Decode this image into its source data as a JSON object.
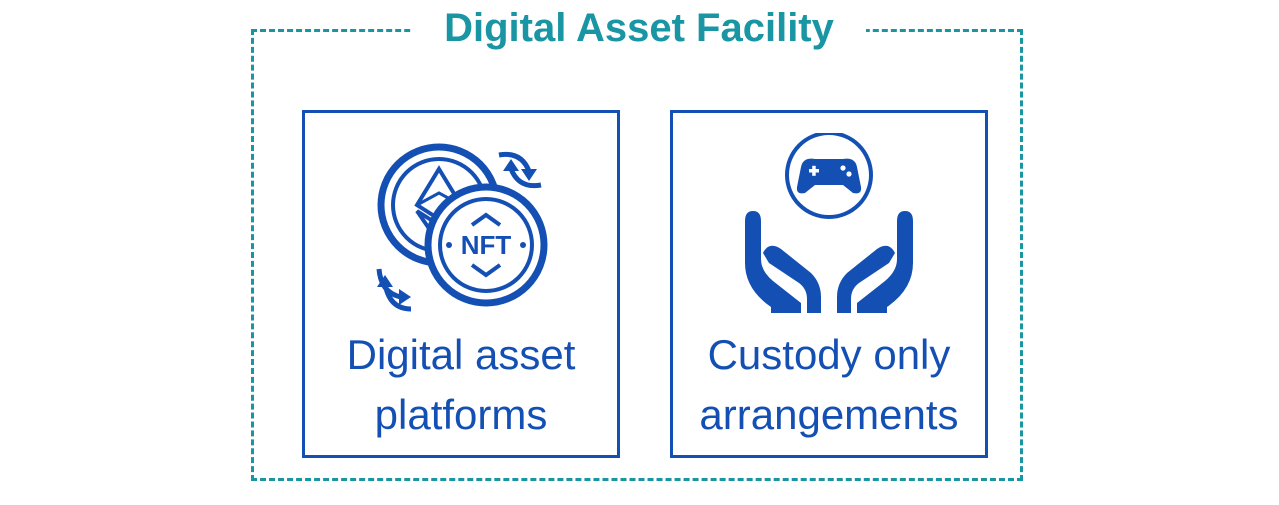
{
  "diagram": {
    "title": "Digital Asset Facility",
    "boxes": [
      {
        "icon": "nft-coin-exchange-icon",
        "label_lines": [
          "Digital asset",
          "platforms"
        ]
      },
      {
        "icon": "hands-holding-gamepad-icon",
        "label_lines": [
          "Custody only",
          "arrangements"
        ]
      }
    ]
  },
  "colors": {
    "frame": "#1a95a3",
    "boxes": "#1450b4",
    "background": "#ffffff"
  }
}
